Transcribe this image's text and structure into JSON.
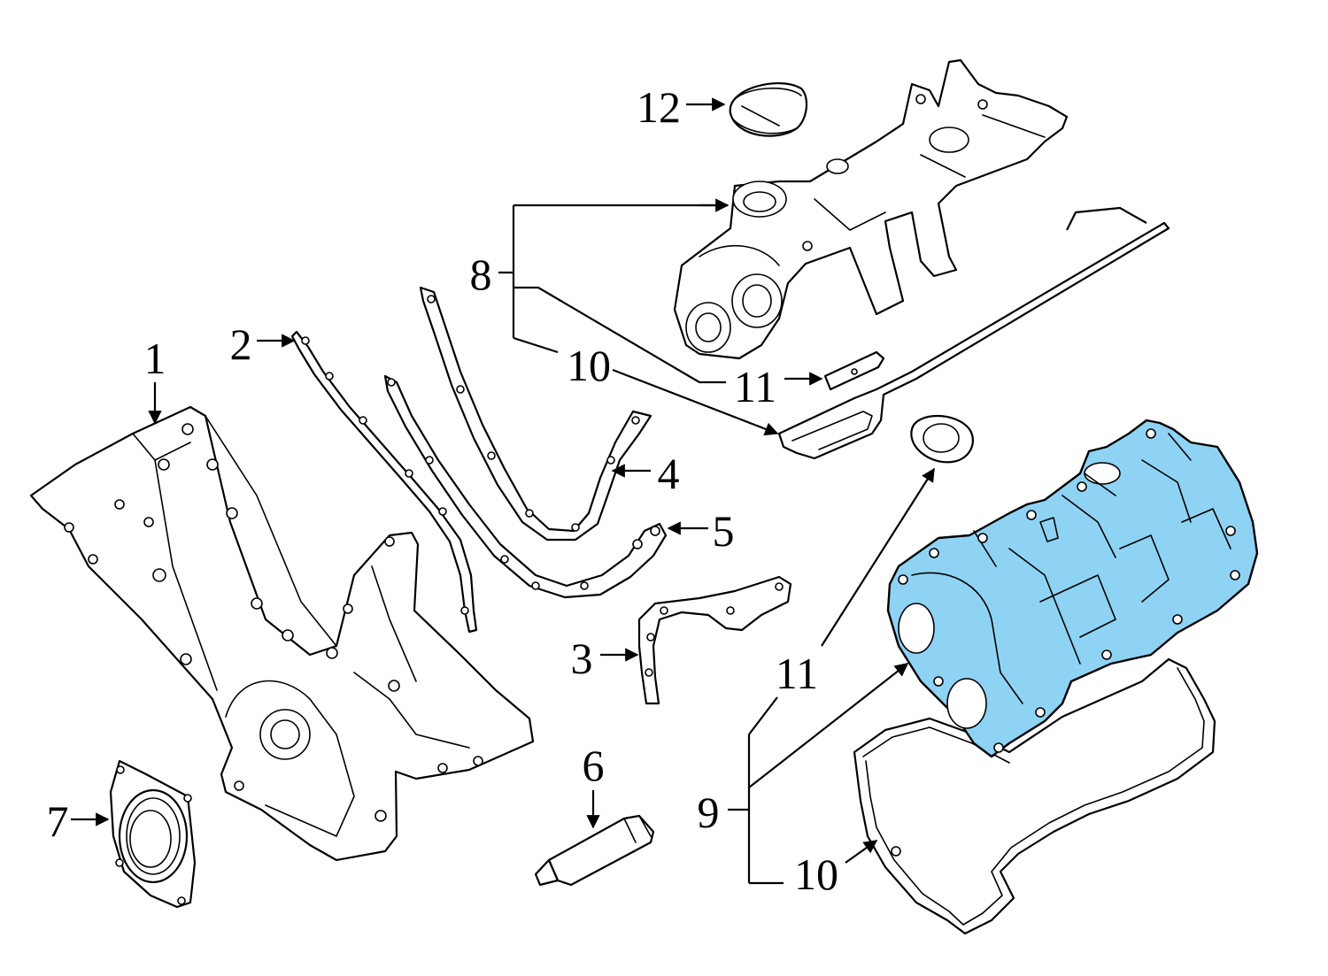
{
  "diagram": {
    "colors": {
      "highlight": "#8fd3f4",
      "line": "#000000",
      "background": "#ffffff"
    },
    "callouts": [
      {
        "id": "c1",
        "label": "1"
      },
      {
        "id": "c2",
        "label": "2"
      },
      {
        "id": "c3",
        "label": "3"
      },
      {
        "id": "c4",
        "label": "4"
      },
      {
        "id": "c5",
        "label": "5"
      },
      {
        "id": "c6",
        "label": "6"
      },
      {
        "id": "c7",
        "label": "7"
      },
      {
        "id": "c8",
        "label": "8"
      },
      {
        "id": "c9",
        "label": "9"
      },
      {
        "id": "c10a",
        "label": "10"
      },
      {
        "id": "c10b",
        "label": "10"
      },
      {
        "id": "c11a",
        "label": "11"
      },
      {
        "id": "c11b",
        "label": "11"
      },
      {
        "id": "c12",
        "label": "12"
      }
    ]
  }
}
